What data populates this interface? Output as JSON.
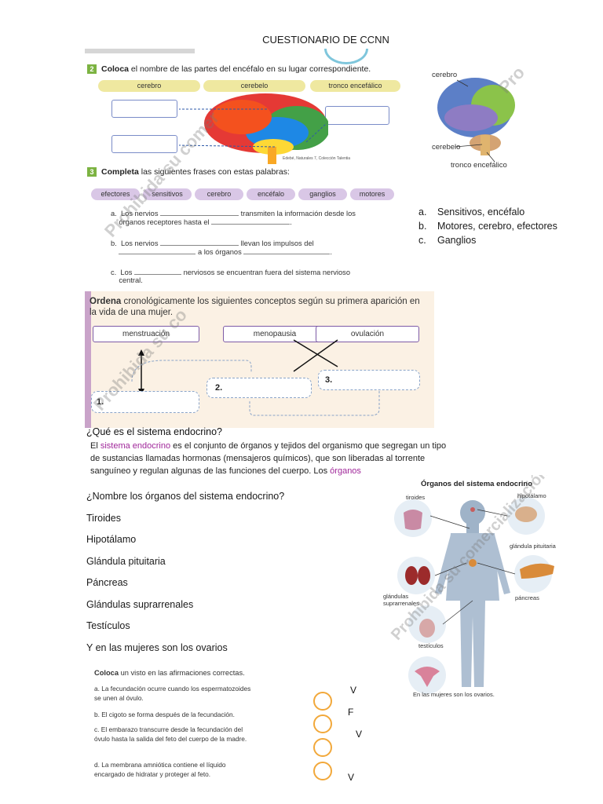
{
  "header": {
    "title": "CUESTIONARIO DE CCNN"
  },
  "ex2": {
    "number": "2",
    "heading_bold": "Coloca",
    "heading_rest": " el nombre de las partes del encéfalo en su lugar correspondiente.",
    "pills": [
      "cerebro",
      "cerebelo",
      "tronco encefálico"
    ],
    "caption": "Edebé, Naturales 7, Colección Talentia"
  },
  "ex3": {
    "number": "3",
    "heading_bold": "Completa",
    "heading_rest": " las siguientes frases con estas palabras:",
    "words": [
      "efectores",
      "sensitivos",
      "cerebro",
      "encéfalo",
      "ganglios",
      "motores"
    ],
    "sentences": [
      {
        "letter": "a.",
        "line1_pre": "Los nervios",
        "line1_post": "transmiten la información desde los",
        "line2_pre": "órganos receptores hasta el",
        "line2_post": "."
      },
      {
        "letter": "b.",
        "line1_pre": "Los nervios",
        "line1_post": "llevan los impulsos del",
        "line2_pre": "",
        "line2_mid": "a los órganos",
        "line2_post": "."
      },
      {
        "letter": "c.",
        "line1_pre": "Los",
        "line1_post": "nerviosos se encuentran fuera del sistema nervioso",
        "line2_pre": "central."
      }
    ]
  },
  "brain_labels": {
    "cerebro": "cerebro",
    "cerebelo": "cerebelo",
    "tronco": "tronco encefálico"
  },
  "answers": [
    {
      "letter": "a.",
      "text": "Sensitivos, encéfalo"
    },
    {
      "letter": "b.",
      "text": "Motores, cerebro, efectores"
    },
    {
      "letter": "c.",
      "text": "Ganglios"
    }
  ],
  "ordena": {
    "heading_bold": "Ordena",
    "heading_rest": " cronológicamente los siguientes conceptos según su primera aparición en la vida de una mujer.",
    "concepts": [
      "menstruación",
      "menopausia",
      "ovulación"
    ],
    "slots": [
      "1.",
      "2.",
      "3."
    ]
  },
  "q1": "¿Qué es el sistema endocrino?",
  "definition": {
    "pre": "El ",
    "highlight": "sistema endocrino",
    "mid": " es el conjunto de órganos y tejidos del organismo que segregan un tipo de sustancias llamadas hormonas (mensajeros químicos), que son liberadas al torrente sanguíneo y regulan algunas de las funciones del cuerpo. Los ",
    "highlight2": "órganos"
  },
  "q2": "¿Nombre los órganos del sistema endocrino?",
  "organs": [
    "Tiroides",
    "Hipotálamo",
    "Glándula pituitaria",
    "Páncreas",
    "Glándulas suprarrenales",
    "Testículos",
    "Y en las mujeres son los ovarios"
  ],
  "endocrine_fig": {
    "title": "Órganos del sistema endocrino",
    "labels": [
      "tiroides",
      "hipotálamo",
      "glándula pituitaria",
      "glándulas suprarrenales",
      "páncreas",
      "testículos"
    ],
    "caption": "En las mujeres son los ovarios."
  },
  "tf": {
    "heading_bold": "Coloca",
    "heading_rest": " un visto en las afirmaciones correctas.",
    "items": [
      {
        "letter": "a.",
        "text": "La fecundación ocurre cuando los espermatozoides se unen al óvulo.",
        "answer": "V"
      },
      {
        "letter": "b.",
        "text": "El cigoto se forma después de la fecundación.",
        "answer": "F"
      },
      {
        "letter": "c.",
        "text": "El embarazo transcurre desde la fecundación del óvulo hasta la salida del feto del cuerpo de la madre.",
        "answer": "V"
      },
      {
        "letter": "d.",
        "text": "La membrana amniótica contiene el líquido encargado de hidratar y proteger al feto.",
        "answer": "V"
      }
    ]
  },
  "watermarks": [
    "Prohibida su comer",
    "Prohibida su co",
    "Prohibida su comercialización",
    "Pro"
  ]
}
